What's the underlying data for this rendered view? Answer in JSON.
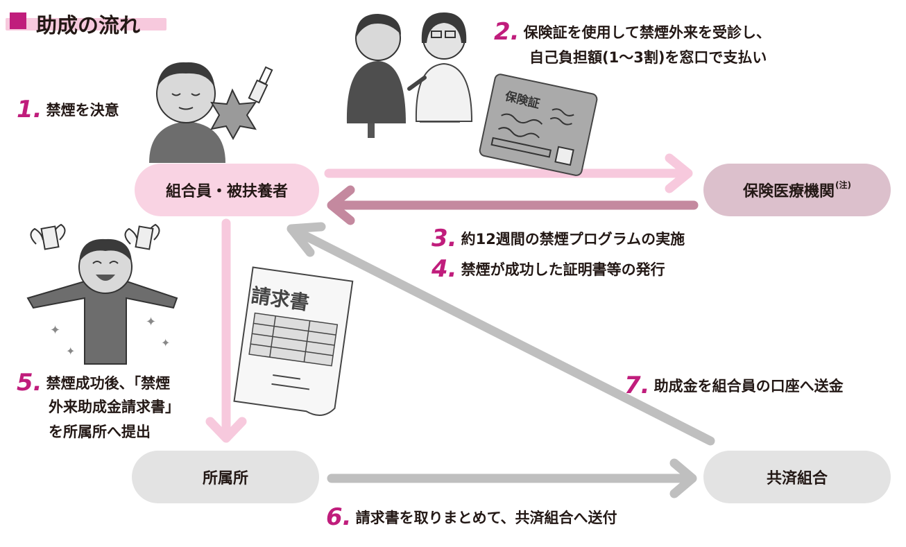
{
  "title": "助成の流れ",
  "colors": {
    "accent": "#c01d7c",
    "title_bg": "#f7c9dd",
    "light_pink": "#f7c9dd",
    "mauve": "#c4899f",
    "gray": "#bfbfbf"
  },
  "nodes": {
    "member": "組合員・被扶養者",
    "hospital": "保険医療機関",
    "hospital_note": "(注)",
    "office": "所属所",
    "kyosai": "共済組合"
  },
  "steps": {
    "s1": {
      "num": "1.",
      "text": "禁煙を決意"
    },
    "s2": {
      "num": "2.",
      "line1": "保険証を使用して禁煙外来を受診し、",
      "line2": "自己負担額(1〜3割)を窓口で支払い"
    },
    "s3": {
      "num": "3.",
      "text": "約12週間の禁煙プログラムの実施"
    },
    "s4": {
      "num": "4.",
      "text": "禁煙が成功した証明書等の発行"
    },
    "s5": {
      "num": "5.",
      "line1": "禁煙成功後、「禁煙",
      "line2": "外来助成金請求書」",
      "line3": "を所属所へ提出"
    },
    "s6": {
      "num": "6.",
      "text": "請求書を取りまとめて、共済組合へ送付"
    },
    "s7": {
      "num": "7.",
      "text": "助成金を組合員の口座へ送金"
    }
  },
  "illustrations": {
    "insurance_card": "保険証",
    "invoice": "請求書"
  }
}
